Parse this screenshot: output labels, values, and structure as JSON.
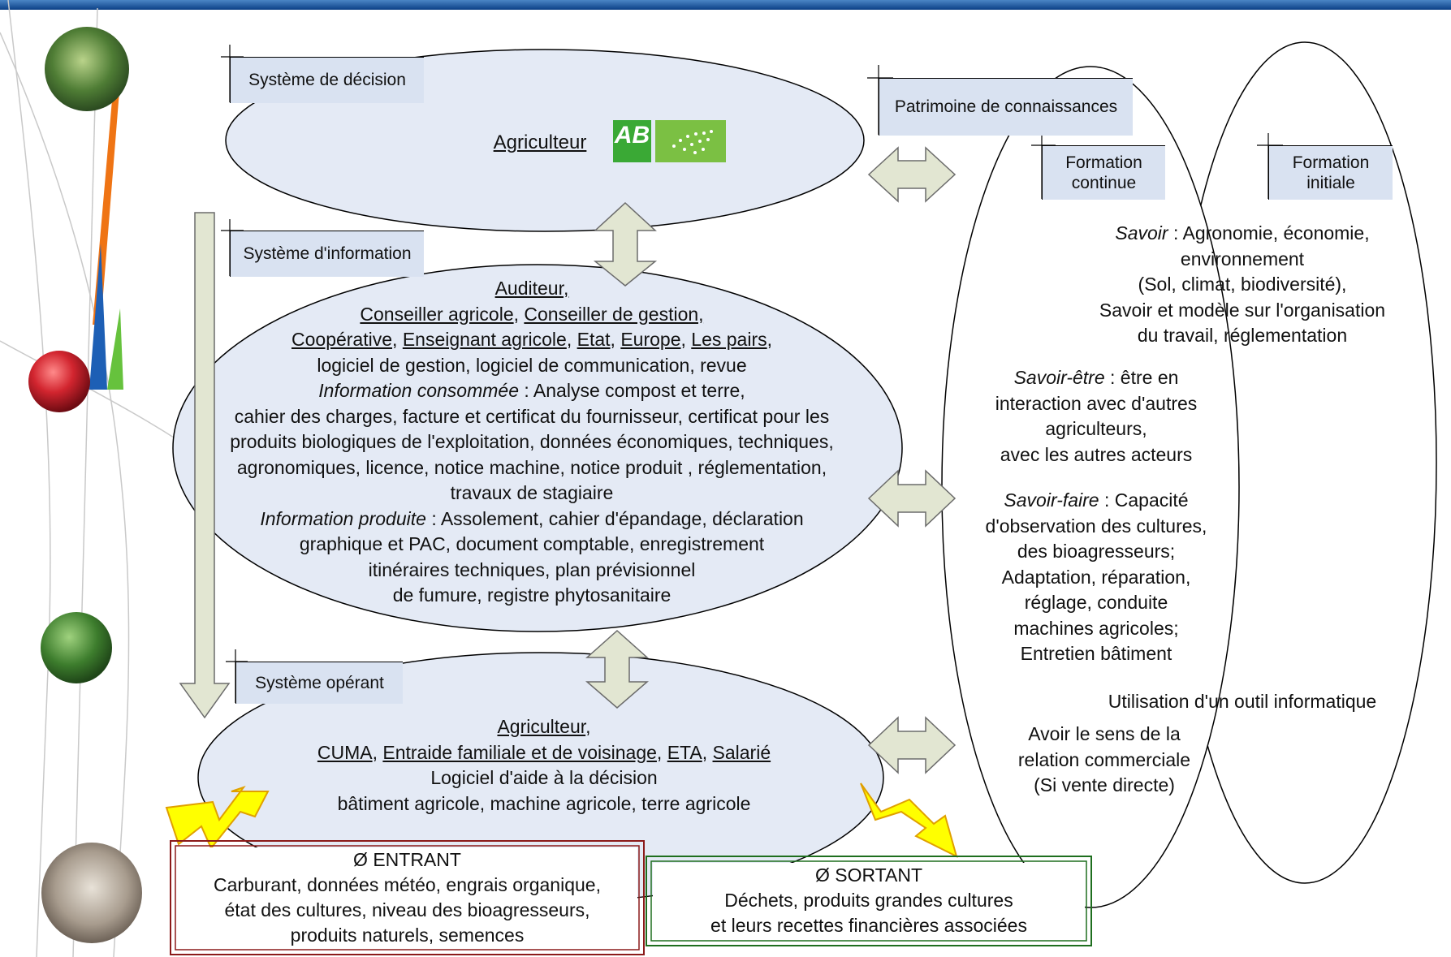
{
  "labels": {
    "decision": "Système de décision",
    "information": "Système d'information",
    "operant": "Système opérant",
    "patrimoine": "Patrimoine de connaissances",
    "formation_continue": "Formation\ncontinue",
    "formation_initiale": "Formation\ninitiale"
  },
  "decision": {
    "agriculteur": "Agriculteur",
    "logo_ab": "AB"
  },
  "information": {
    "auditeur": "Auditeur,",
    "conseiller_agricole": "Conseiller agricole",
    "conseiller_gestion": "Conseiller de gestion,",
    "cooperative": "Coopérative",
    "enseignant": "Enseignant agricole",
    "etat": "Etat",
    "europe": "Europe",
    "pairs": "Les pairs",
    "sep_comma": ",",
    "line_logiciels": "logiciel de gestion, logiciel de communication, revue",
    "consommee_label": "Information consommée",
    "consommee_text": " : Analyse compost et terre,",
    "line_cahier": "cahier des charges, facture et certificat du fournisseur, certificat pour les",
    "line_produits": "produits biologiques de l'exploitation, données économiques, techniques,",
    "line_agronomiques": "agronomiques, licence, notice machine, notice produit , réglementation,",
    "line_travaux": "travaux de stagiaire",
    "produite_label": "Information produite",
    "produite_text": " : Assolement, cahier d'épandage, déclaration",
    "line_graphique": "graphique et  PAC, document comptable, enregistrement",
    "line_itineraires": "itinéraires techniques,  plan prévisionnel",
    "line_fumure": "de fumure, registre phytosanitaire"
  },
  "operant": {
    "agriculteur": "Agriculteur",
    "comma": ",",
    "cuma": "CUMA",
    "entraide": "Entraide familiale et de voisinage",
    "eta": "ETA",
    "salarie": "Salarié",
    "sep": ", ",
    "line_logiciel": "Logiciel d'aide à la décision",
    "line_batiment": "bâtiment agricole, machine agricole, terre agricole"
  },
  "knowledge": {
    "savoir_label": "Savoir",
    "savoir_text": " : Agronomie, économie,",
    "savoir_l2": "environnement",
    "savoir_l3": "(Sol, climat, biodiversité),",
    "savoir_l4": "Savoir et modèle sur l'organisation",
    "savoir_l5": "du travail, réglementation",
    "etre_label": "Savoir-être",
    "etre_text": " : être en",
    "etre_l2": "interaction avec d'autres",
    "etre_l3": "agriculteurs,",
    "etre_l4": "avec les autres acteurs",
    "faire_label": "Savoir-faire",
    "faire_text": " : Capacité",
    "faire_l2": "d'observation des cultures,",
    "faire_l3": "des bioagresseurs;",
    "faire_l4": "Adaptation, réparation,",
    "faire_l5": "réglage, conduite",
    "faire_l6": "machines agricoles;",
    "faire_l7": "Entretien bâtiment",
    "outil": "Utilisation d'un outil informatique",
    "relation_l1": "Avoir le sens de la",
    "relation_l2": "relation commerciale",
    "relation_l3": "(Si vente directe)"
  },
  "entrant": {
    "title": "Ø ENTRANT",
    "l1": "Carburant, données météo, engrais organique,",
    "l2": "état des cultures, niveau des bioagresseurs,",
    "l3": "produits naturels, semences"
  },
  "sortant": {
    "title": "Ø SORTANT",
    "l1": "Déchets, produits grandes cultures",
    "l2": "et leurs recettes financières associées"
  },
  "colors": {
    "ellipse_fill": "#e4eaf5",
    "label_fill": "#d9e2f1",
    "arrow_fill": "#e2e6d2",
    "topbar": "#0b3f86",
    "entrant_border": "#8b1a1a",
    "sortant_border": "#1e6e1e",
    "flash_arrow": "#ffff00"
  }
}
